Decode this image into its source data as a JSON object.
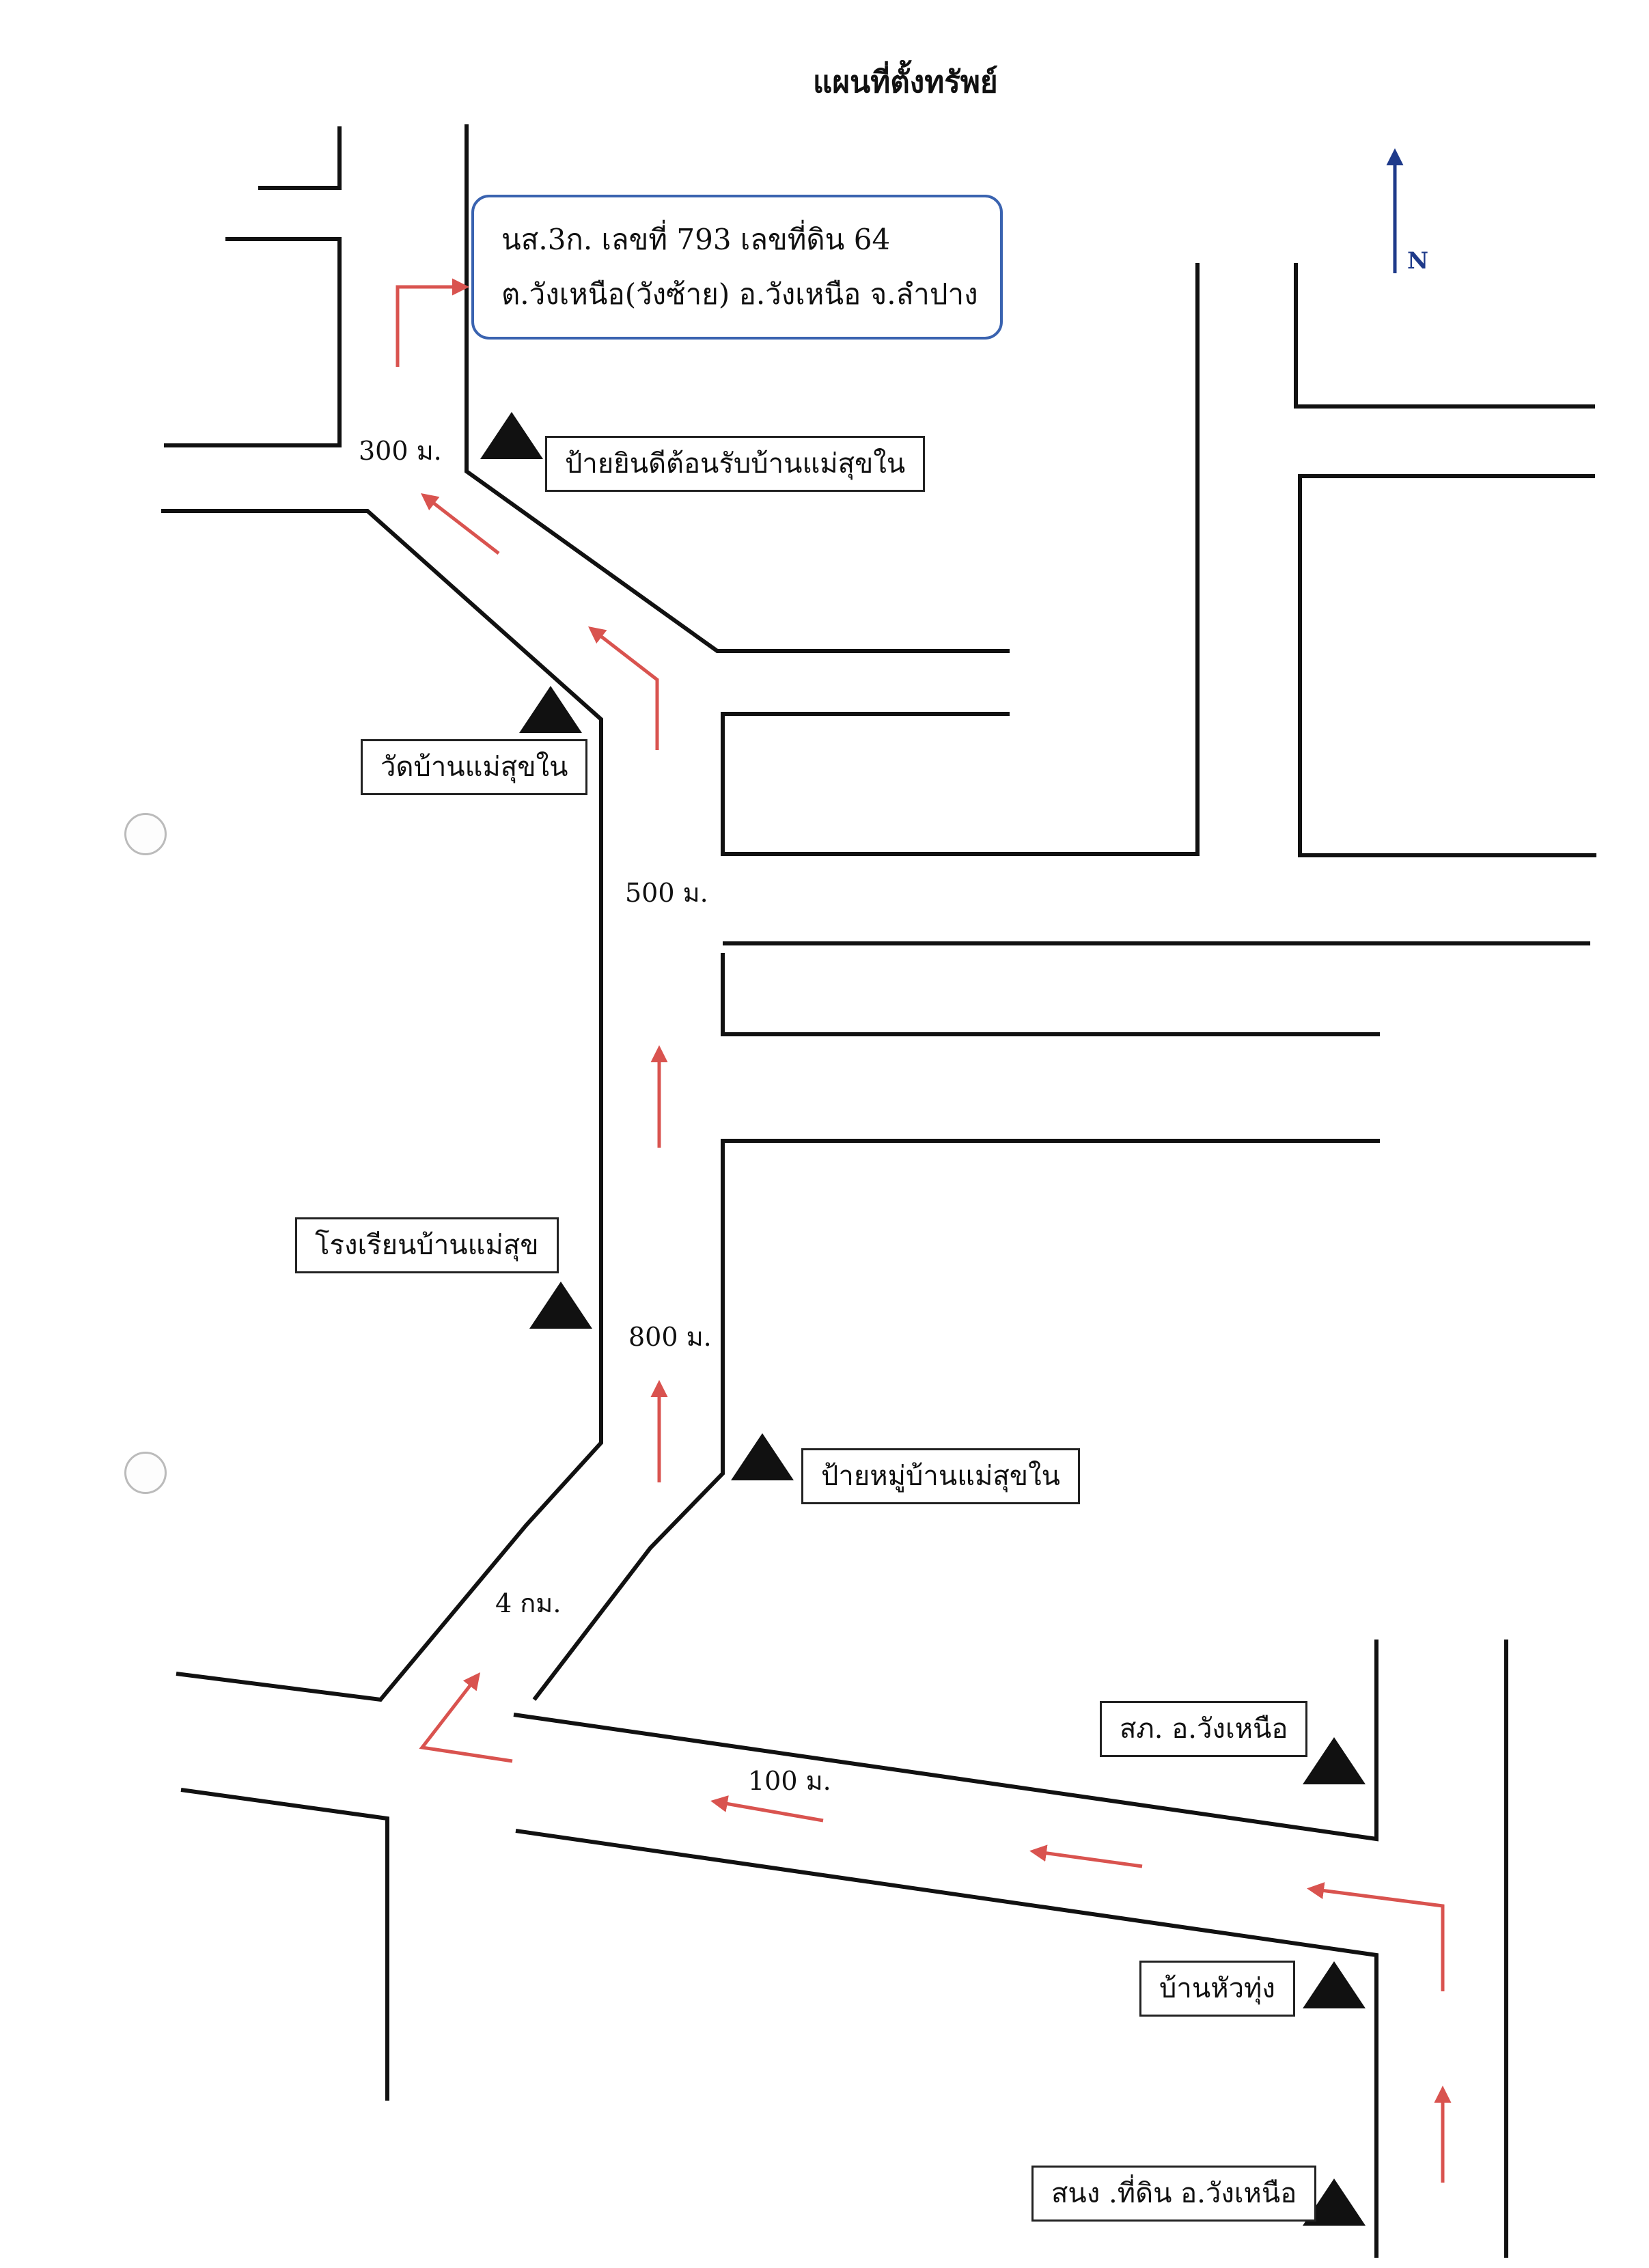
{
  "map": {
    "title": "แผนที่ตั้งทรัพย์",
    "north_label": "N",
    "parcel": {
      "line1": "นส.3ก. เลขที่ 793  เลขที่ดิน 64",
      "line2": "ต.วังเหนือ(วังซ้าย) อ.วังเหนือ จ.ลำปาง"
    },
    "landmarks": {
      "welcome_sign": "ป้ายยินดีต้อนรับบ้านแม่สุขใน",
      "temple": "วัดบ้านแม่สุขใน",
      "school": "โรงเรียนบ้านแม่สุข",
      "village_sign": "ป้ายหมู่บ้านแม่สุขใน",
      "police_station": "สภ. อ.วังเหนือ",
      "ban_hua_thung": "บ้านหัวทุ่ง",
      "land_office": "สนง .ที่ดิน อ.วังเหนือ"
    },
    "distances": {
      "d300": "300 ม.",
      "d500": "500 ม.",
      "d800": "800 ม.",
      "d4km": "4  กม.",
      "d100": "100 ม."
    },
    "colors": {
      "road_line": "#111111",
      "route_arrow": "#d9534f",
      "north_arrow": "#1e3a8a",
      "parcel_border": "#3a63b0",
      "landmark_marker": "#111111"
    }
  }
}
